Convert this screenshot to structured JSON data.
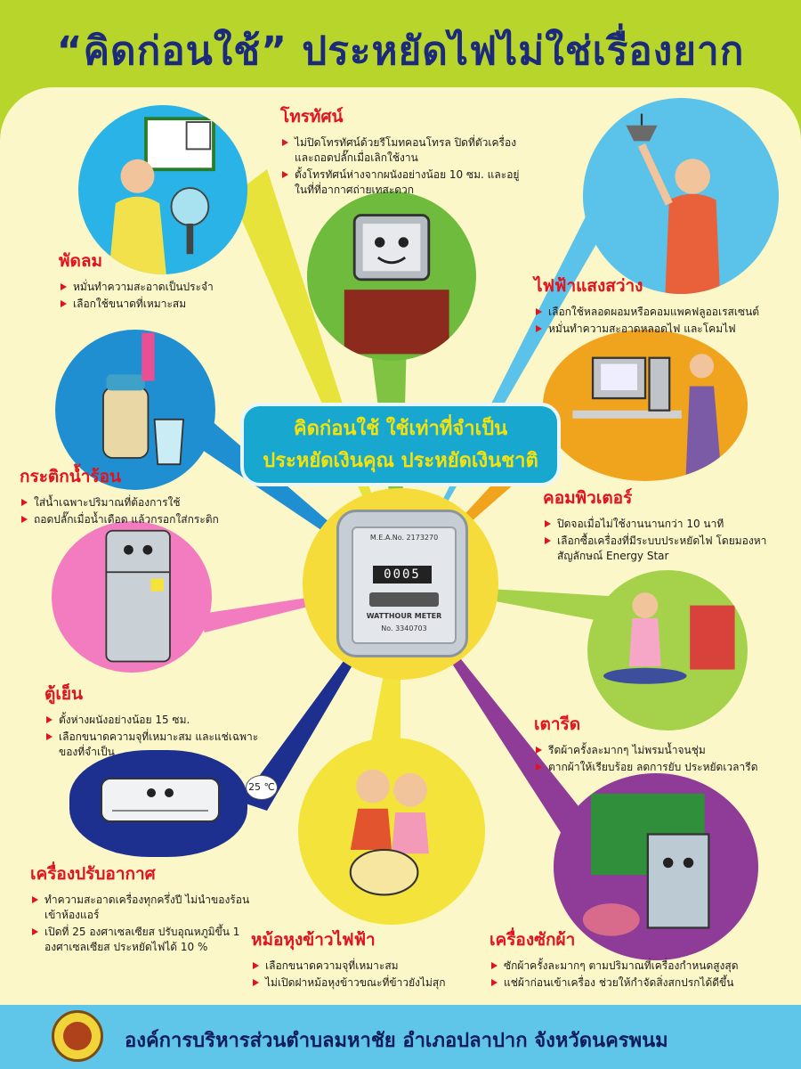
{
  "title": "“คิดก่อนใช้” ประหยัดไฟไม่ใช่เรื่องยาก",
  "slogan": {
    "line1": "คิดก่อนใช้ ใช้เท่าที่จำเป็น",
    "line2": "ประหยัดเงินคุณ ประหยัดเงินชาติ"
  },
  "meter": {
    "brand": "M.E.A.No. 2173270",
    "reading": "0005",
    "label": "WATTHOUR METER",
    "serial": "No. 3340703"
  },
  "temp_badge": "25 ℃",
  "items": {
    "tv": {
      "title": "โทรทัศน์",
      "points": [
        "ไม่ปิดโทรทัศน์ด้วยรีโมทคอนโทรล ปิดที่ตัวเครื่องและถอดปลั๊กเมื่อเลิกใช้งาน",
        "ตั้งโทรทัศน์ห่างจากผนังอย่างน้อย 10 ซม. และอยู่ในที่ที่อากาศถ่ายเทสะดวก"
      ]
    },
    "fan": {
      "title": "พัดลม",
      "points": [
        "หมั่นทำความสะอาดเป็นประจำ",
        "เลือกใช้ขนาดที่เหมาะสม"
      ]
    },
    "light": {
      "title": "ไฟฟ้าแสงสว่าง",
      "points": [
        "เลือกใช้หลอดผอมหรือคอมแพคฟลูออเรสเซนต์",
        "หมั่นทำความสะอาดหลอดไฟ และโคมไฟ"
      ]
    },
    "kettle": {
      "title": "กระติกน้ำร้อน",
      "points": [
        "ใส่น้ำเฉพาะปริมาณที่ต้องการใช้",
        "ถอดปลั๊กเมื่อน้ำเดือด แล้วกรอกใส่กระติก"
      ]
    },
    "computer": {
      "title": "คอมพิวเตอร์",
      "points": [
        "ปิดจอเมื่อไม่ใช้งานนานกว่า 10 นาที",
        "เลือกซื้อเครื่องที่มีระบบประหยัดไฟ โดยมองหาสัญลักษณ์ Energy Star"
      ]
    },
    "fridge": {
      "title": "ตู้เย็น",
      "points": [
        "ตั้งห่างผนังอย่างน้อย 15 ซม.",
        "เลือกขนาดความจุที่เหมาะสม และแช่เฉพาะของที่จำเป็น"
      ]
    },
    "iron": {
      "title": "เตารีด",
      "points": [
        "รีดผ้าครั้งละมากๆ ไม่พรมน้ำจนชุ่ม",
        "ตากผ้าให้เรียบร้อย ลดการยับ ประหยัดเวลารีด"
      ]
    },
    "aircon": {
      "title": "เครื่องปรับอากาศ",
      "points": [
        "ทำความสะอาดเครื่องทุกครึ่งปี ไม่นำของร้อนเข้าห้องแอร์",
        "เปิดที่ 25 องศาเซลเซียส ปรับอุณหภูมิขึ้น 1 องศาเซลเซียส ประหยัดไฟได้ 10 %"
      ]
    },
    "rice": {
      "title": "หม้อหุงข้าวไฟฟ้า",
      "points": [
        "เลือกขนาดความจุที่เหมาะสม",
        "ไม่เปิดฝาหม้อหุงข้าวขณะที่ข้าวยังไม่สุก"
      ]
    },
    "washer": {
      "title": "เครื่องซักผ้า",
      "points": [
        "ซักผ้าครั้งละมากๆ ตามปริมาณที่เครื่องกำหนดสูงสุด",
        "แช่ผ้าก่อนเข้าเครื่อง ช่วยให้กำจัดสิ่งสกปรกได้ดีขึ้น"
      ]
    }
  },
  "footer": {
    "org": "องค์การบริหารส่วนตำบลมหาชัย อำเภอปลาปาก จังหวัดนครพนม"
  },
  "colors": {
    "background": "#b7d52b",
    "panel": "#fbf7c8",
    "title": "#1b2a7a",
    "heading": "#e0131f",
    "slogan_bg": "#18a8cf",
    "slogan_text": "#f5e20a",
    "footer_bg": "#5fc6ea"
  }
}
